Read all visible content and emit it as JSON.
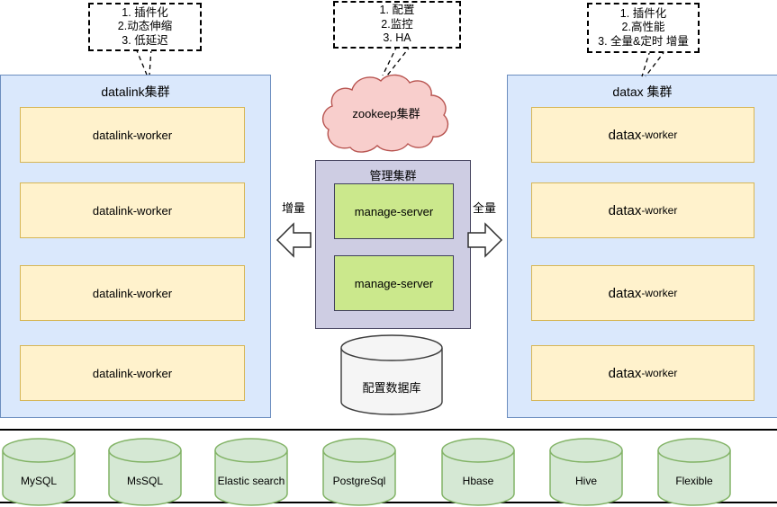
{
  "callouts": {
    "datalink": {
      "lines": [
        "1. 插件化",
        "2.动态伸缩",
        "3. 低延迟"
      ]
    },
    "zookeeper": {
      "lines": [
        "1. 配置",
        "2.监控",
        "3. HA"
      ]
    },
    "datax": {
      "lines": [
        "1. 插件化",
        "2.高性能",
        "3. 全量&定时 增量"
      ]
    }
  },
  "datalink_cluster": {
    "title": "datalink集群",
    "workers": [
      "datalink-worker",
      "datalink-worker",
      "datalink-worker",
      "datalink-worker"
    ]
  },
  "datax_cluster": {
    "title": "datax 集群",
    "workers": [
      {
        "name": "datax",
        "suffix": "-worker"
      },
      {
        "name": "datax",
        "suffix": "-worker"
      },
      {
        "name": "datax",
        "suffix": "-worker"
      },
      {
        "name": "datax",
        "suffix": "-worker"
      }
    ]
  },
  "zookeeper_cloud": {
    "label": "zookeep集群"
  },
  "management_cluster": {
    "title": "管理集群",
    "servers": [
      "manage-server",
      "manage-server"
    ]
  },
  "config_database": {
    "label": "配置数据库"
  },
  "flows": {
    "incremental_label": "增量",
    "full_label": "全量"
  },
  "datasources": [
    "MySQL",
    "MsSQL",
    "Elastic search",
    "PostgreSql",
    "Hbase",
    "Hive",
    "Flexible"
  ],
  "colors": {
    "cluster_fill": "#dae8fc",
    "cluster_border": "#6c8ebf",
    "worker_fill": "#fff2cc",
    "worker_border": "#d6b656",
    "cloud_fill": "#f8cecc",
    "cloud_border": "#b85450",
    "management_fill": "#cecde3",
    "management_border": "#474560",
    "server_fill": "#cbe88c",
    "server_border": "#40405c",
    "config_db_fill": "#f5f5f5",
    "config_db_border": "#3b3b3b",
    "datasource_fill": "#d5e8d4",
    "datasource_border": "#82b366"
  }
}
